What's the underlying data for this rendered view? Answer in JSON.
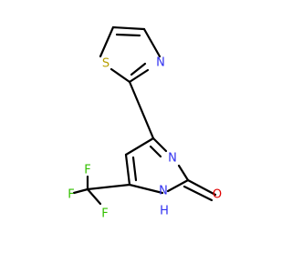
{
  "atoms": {
    "S": {
      "label": "S",
      "color": "#B8A000"
    },
    "N_thiazole": {
      "label": "N",
      "color": "#3030F0"
    },
    "N3": {
      "label": "N",
      "color": "#3030F0"
    },
    "N1H": {
      "label": "N",
      "color": "#3030F0"
    },
    "H": {
      "label": "H",
      "color": "#3030F0"
    },
    "O": {
      "label": "O",
      "color": "#E00000"
    },
    "F1": {
      "label": "F",
      "color": "#33C000"
    },
    "F2": {
      "label": "F",
      "color": "#33C000"
    },
    "F3": {
      "label": "F",
      "color": "#33C000"
    }
  }
}
